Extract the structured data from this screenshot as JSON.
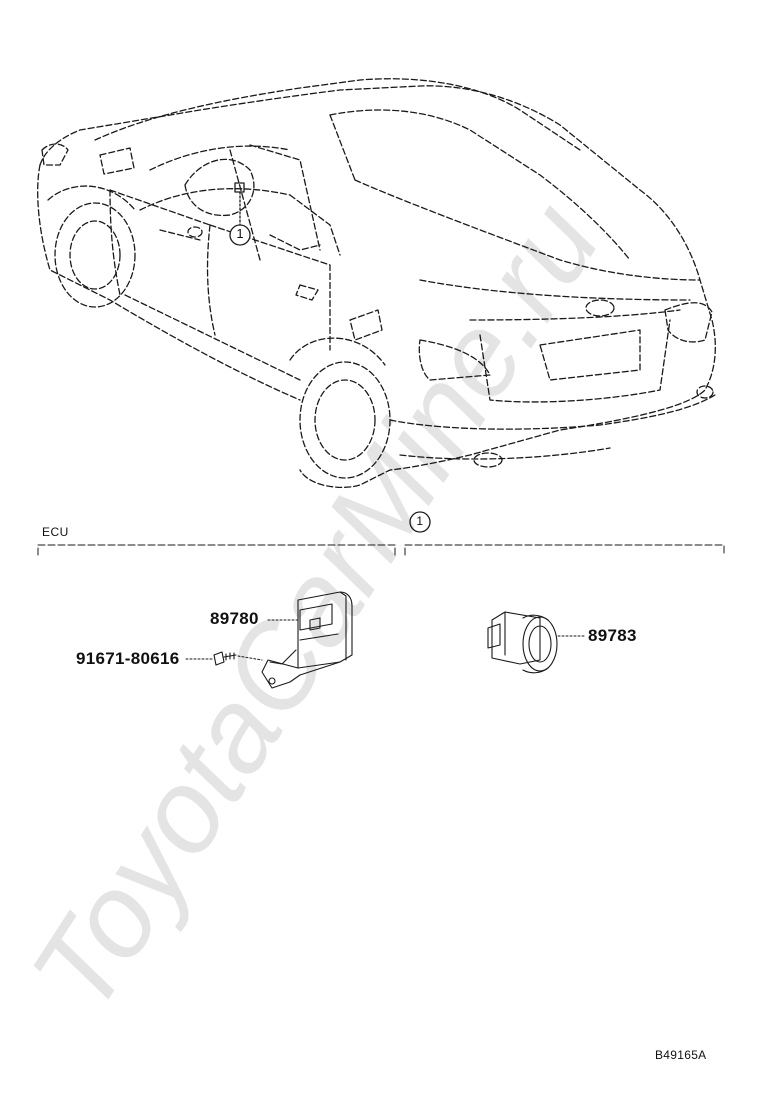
{
  "sections": [
    {
      "label": "ECU"
    },
    {
      "label": "1"
    }
  ],
  "callout": {
    "label": "1"
  },
  "parts": {
    "ecu_bracket": "89780",
    "screw": "91671-80616",
    "sensor": "89783"
  },
  "diagram_id": "B49165A",
  "watermark": "ToyotaCarMine.ru",
  "colors": {
    "line": "#1a1a1a",
    "watermark": "#d9d9d9"
  }
}
